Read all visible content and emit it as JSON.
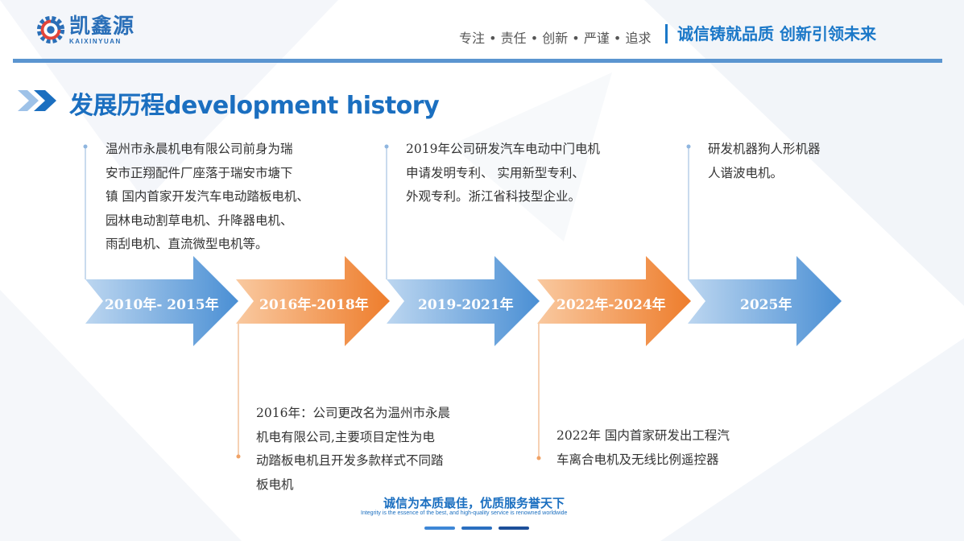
{
  "brand": {
    "name_cn": "凯鑫源",
    "name_en": "KAIXINYUAN"
  },
  "header": {
    "motto": "专注 • 责任 • 创新 • 严谨 • 追求",
    "slogan": "诚信铸就品质 创新引领未来"
  },
  "section": {
    "title": "发展历程development history"
  },
  "timeline": [
    {
      "period": "2010年- 2015年",
      "color": "blue",
      "position": "top",
      "text": [
        "温州市永晨机电有限公司前身为瑞",
        "安市正翔配件厂座落于瑞安市塘下",
        "镇 国内首家开发汽车电动踏板电机、",
        "园林电动割草电机、升降器电机、",
        "雨刮电机、直流微型电机等。"
      ]
    },
    {
      "period": "2016年-2018年",
      "color": "orange",
      "position": "bottom",
      "text": [
        "2016年：公司更改名为温州市永晨",
        "机电有限公司,主要项目定性为电",
        "动踏板电机且开发多款样式不同踏",
        "板电机"
      ]
    },
    {
      "period": "2019-2021年",
      "color": "blue",
      "position": "top",
      "text": [
        "2019年公司研发汽车电动中门电机",
        "申请发明专利、 实用新型专利、",
        "外观专利。浙江省科技型企业。"
      ]
    },
    {
      "period": "2022年-2024年",
      "color": "orange",
      "position": "bottom",
      "text": [
        "2022年  国内首家研发出工程汽",
        "车离合电机及无线比例遥控器"
      ]
    },
    {
      "period": "2025年",
      "color": "blue",
      "position": "top",
      "text": [
        "研发机器狗人形机器",
        "人谐波电机。"
      ]
    }
  ],
  "footer": {
    "slogan_cn": "诚信为本质最佳，优质服务誉天下",
    "slogan_en": "Integrity is the essence of the best, and high-quality service is renowned worldwide"
  },
  "colors": {
    "brand_blue": "#1b6fc0",
    "rule_blue": "#5b95d0",
    "arrow_blue": "#5d9bd8",
    "arrow_orange": "#f08a3c"
  }
}
